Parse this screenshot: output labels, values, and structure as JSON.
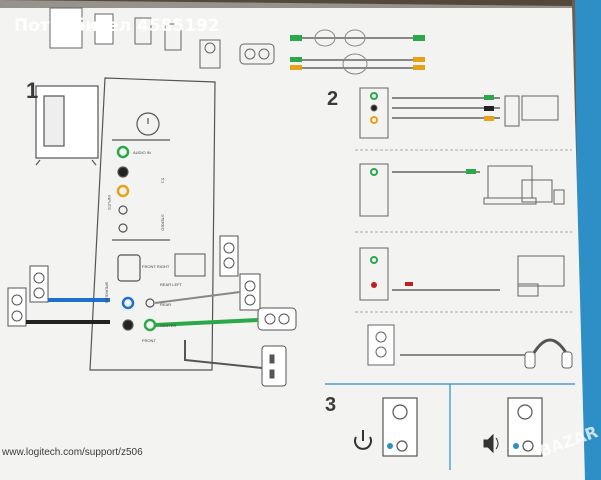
{
  "overlay": {
    "username": "Потребител 4585192"
  },
  "steps": {
    "one": "1",
    "two": "2",
    "three": "3"
  },
  "panel": {
    "audio_in": "AUDIO IN",
    "inputs": "INPUTS",
    "five_one": "5:1",
    "stereo": "STEREO",
    "speakers": "SPEAKERS",
    "front_right": "FRONT RIGHT",
    "rear_left": "REAR LEFT",
    "rear": "REAR",
    "center": "CENTER",
    "front": "FRONT"
  },
  "footer": {
    "url": "www.logitech.com/support/z506"
  },
  "watermark": {
    "text": "BAZAR"
  },
  "colors": {
    "box_white": "#f3f3f1",
    "cable_green": "#2aa84a",
    "cable_orange": "#e8a21a",
    "cable_blue": "#1e6fd0",
    "box_blue": "#2e8fc6"
  }
}
